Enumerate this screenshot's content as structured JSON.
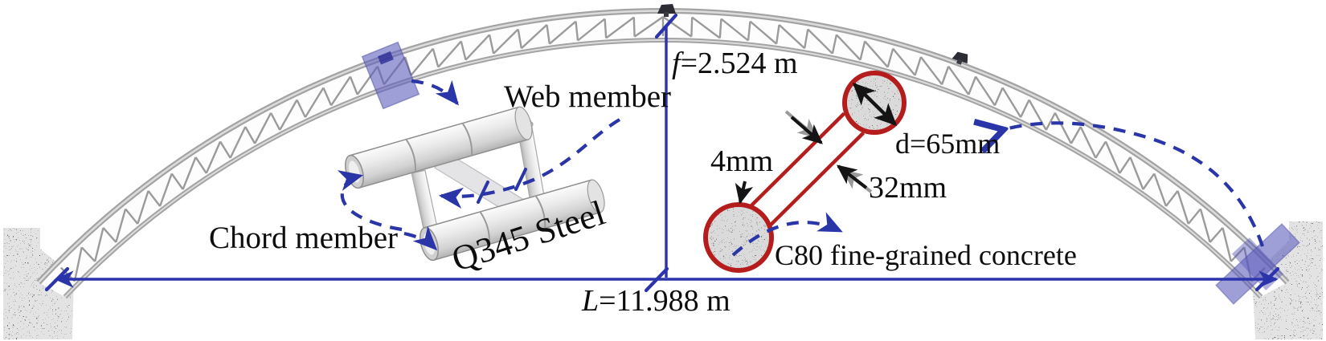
{
  "figure": {
    "labels": {
      "web_member": "Web member",
      "chord_member": "Chord member",
      "steel_grade": "Q345 Steel",
      "wall_thickness": "4mm",
      "web_tube_diameter": "32mm",
      "chord_tube_diameter": "d=65mm",
      "infill_material": "C80 fine-grained concrete"
    },
    "dimensions": {
      "rise": {
        "symbol": "f",
        "value": "=2.524 m"
      },
      "span": {
        "symbol": "L",
        "value": "=11.988 m"
      }
    },
    "colors": {
      "dimension_blue": "#2b34ad",
      "annotation_blue": "#2a35a8",
      "detail_red": "#b51d1d",
      "highlight_purple": "rgba(95,95,190,0.6)",
      "truss_gray": "#9b9b9b"
    }
  }
}
